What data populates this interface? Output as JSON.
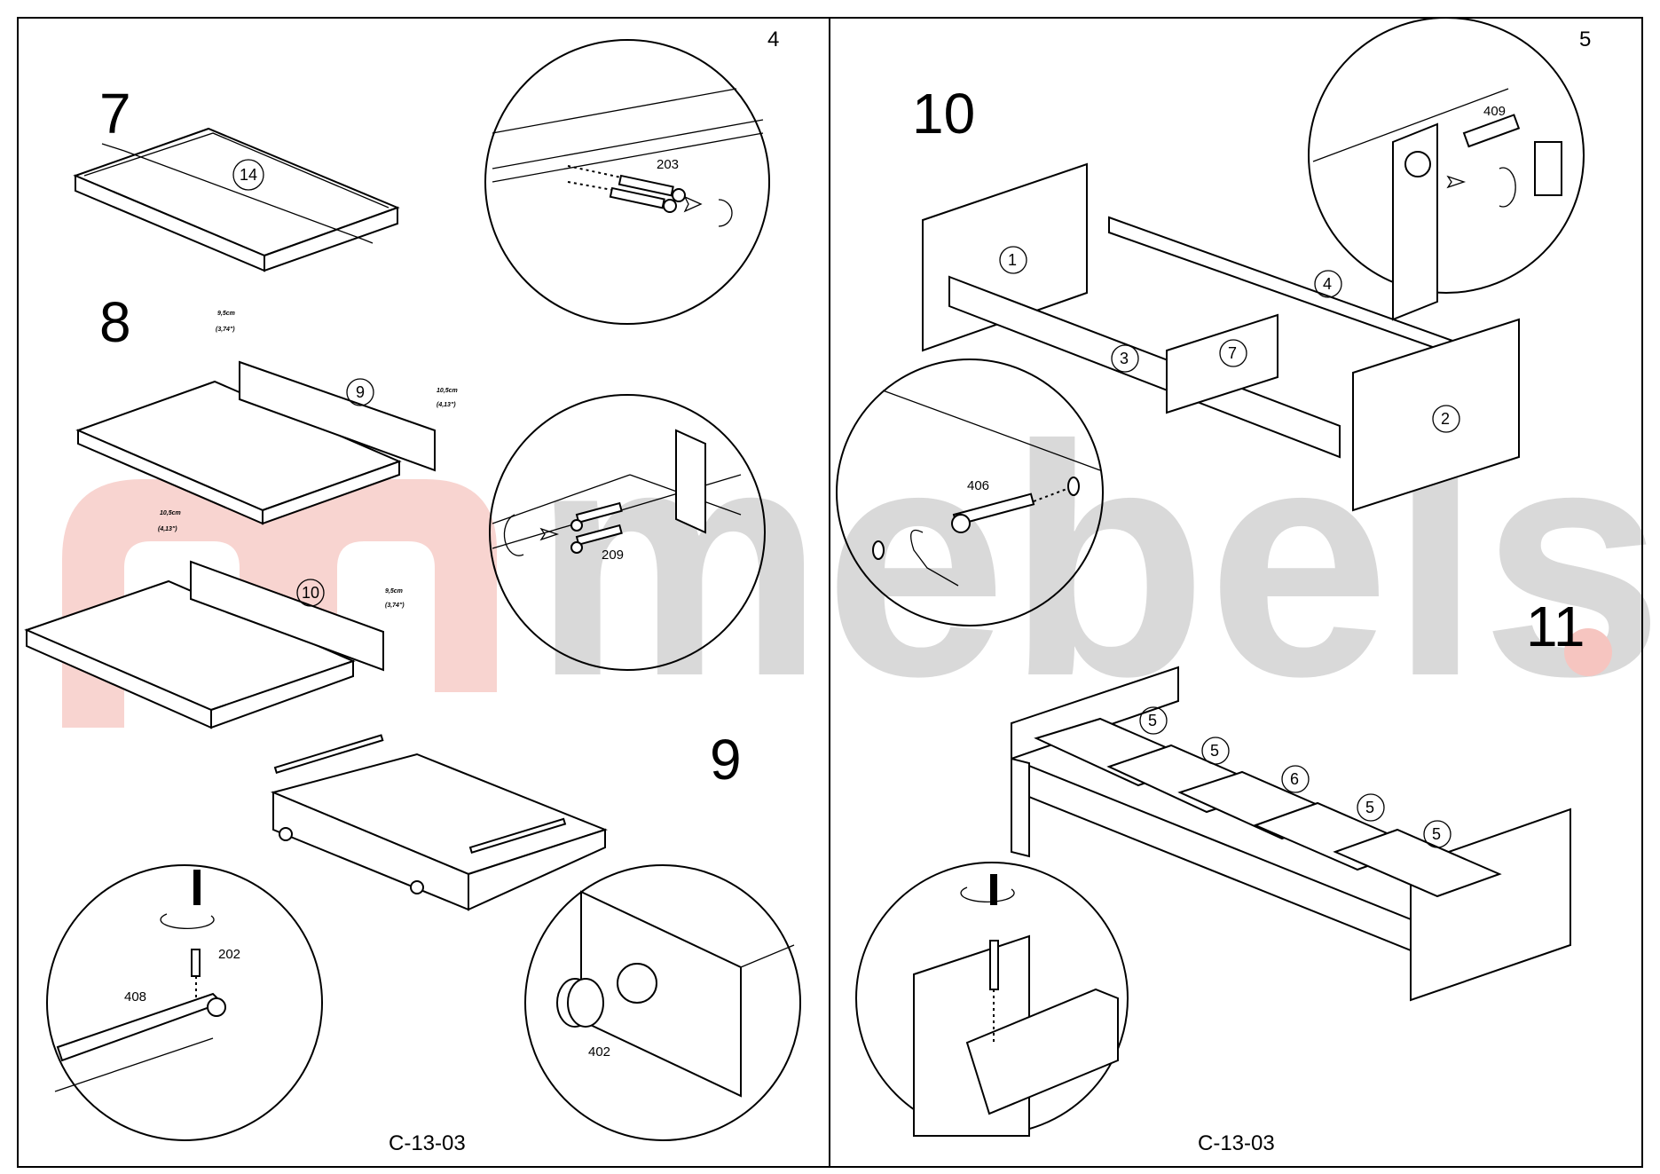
{
  "watermark": {
    "text": "mebels",
    "dot_color": "#f6c5c0",
    "logo_color": "#f6c5c0",
    "text_color": "#d9d9d9"
  },
  "left_page": {
    "page_number": "4",
    "code": "C-13-03",
    "steps": [
      {
        "number": "7",
        "parts": [
          "14"
        ],
        "hardware": [
          "203"
        ]
      },
      {
        "number": "8",
        "parts": [
          "9",
          "10"
        ],
        "hardware": [
          "209"
        ],
        "dimensions": [
          "9,5cm",
          "(3,74\")",
          "10,5cm",
          "(4,13\")",
          "10,5cm",
          "(4,13\")",
          "9,5cm",
          "(3,74\")"
        ]
      },
      {
        "number": "9",
        "hardware": [
          "202",
          "408",
          "402"
        ]
      }
    ]
  },
  "right_page": {
    "page_number": "5",
    "code": "C-13-03",
    "steps": [
      {
        "number": "10",
        "parts": [
          "1",
          "2",
          "3",
          "4",
          "7"
        ],
        "hardware": [
          "409",
          "406"
        ]
      },
      {
        "number": "11",
        "parts": [
          "5",
          "5",
          "6",
          "5",
          "5"
        ]
      }
    ]
  }
}
